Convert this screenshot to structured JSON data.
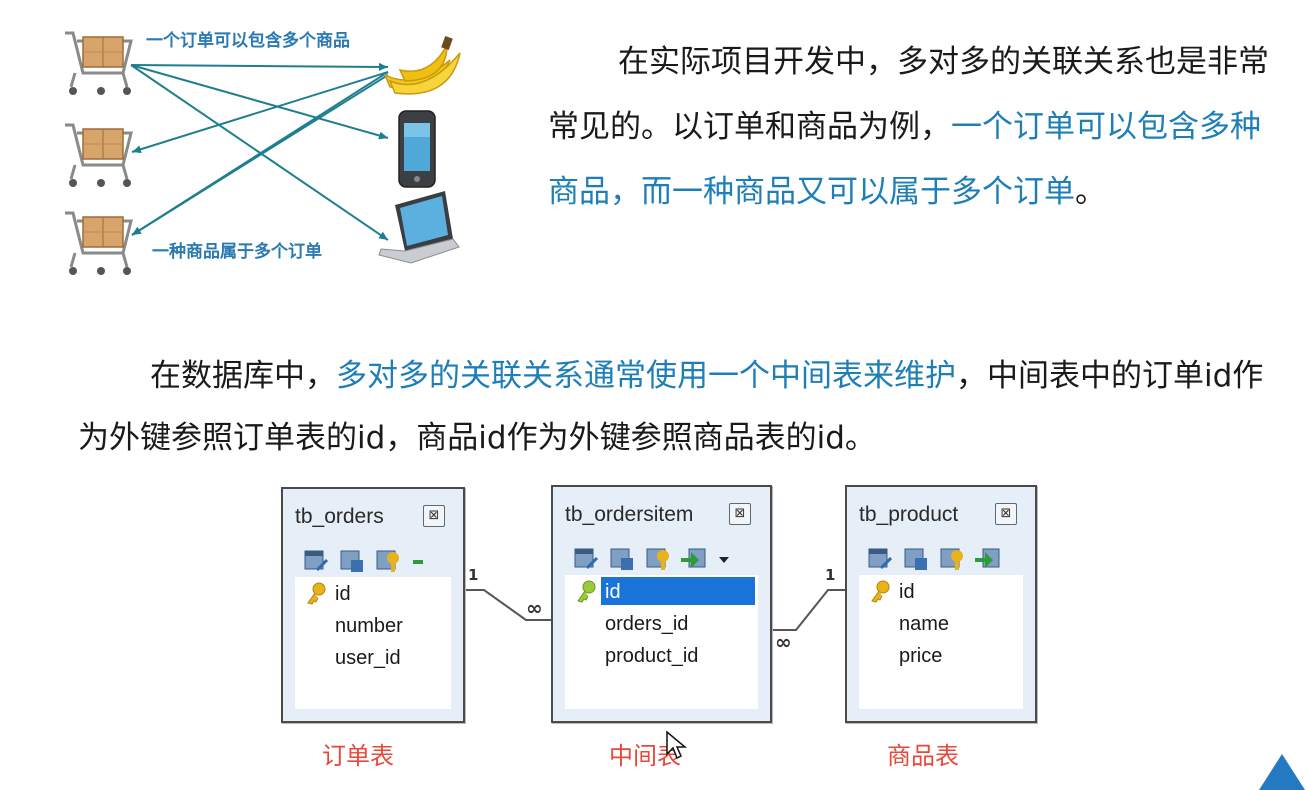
{
  "diagram": {
    "label_top": "一个订单可以包含多个商品",
    "label_bottom": "一种商品属于多个订单",
    "cart_icon": "shopping-cart-icon",
    "product_icons": [
      "banana-icon",
      "phone-icon",
      "laptop-icon"
    ]
  },
  "paragraph1": {
    "text_a": "在实际项目开发中，多对多的关联关系也是非常常见的。以订单和商品为例，",
    "text_highlight": "一个订单可以包含多种商品，而一种商品又可以属于多个订单",
    "text_b": "。"
  },
  "paragraph2": {
    "text_a": "在数据库中，",
    "text_highlight": "多对多的关联关系通常使用一个中间表来维护",
    "text_b": "，中间表中的订单id作为外键参照订单表的id，商品id作为外键参照商品表的id。"
  },
  "tables": [
    {
      "title": "tb_orders",
      "pk": "id",
      "fields": [
        "number",
        "user_id"
      ],
      "caption": "订单表"
    },
    {
      "title": "tb_ordersitem",
      "pk": "id",
      "fields": [
        "orders_id",
        "product_id"
      ],
      "caption": "中间表"
    },
    {
      "title": "tb_product",
      "pk": "id",
      "fields": [
        "name",
        "price"
      ],
      "caption": "商品表"
    }
  ],
  "relations": {
    "left_one": "1",
    "left_many": "∞",
    "right_one": "1",
    "right_many": "∞"
  },
  "close_glyph": "⊠",
  "colors": {
    "highlight": "#1e7fb8",
    "caption": "#e8473a",
    "arrow": "#1f7f8f",
    "table_bg": "#e6eef7",
    "selected": "#1a73d9",
    "nav_triangle": "#2479c2"
  }
}
